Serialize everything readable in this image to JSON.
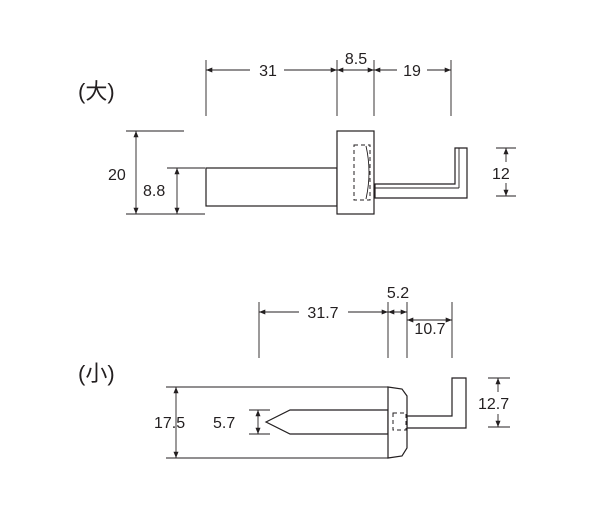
{
  "large": {
    "label": "(大)",
    "dims": {
      "d31": "31",
      "d8_5": "8.5",
      "d19": "19",
      "d20": "20",
      "d8_8": "8.8",
      "d12": "12"
    }
  },
  "small": {
    "label": "(小)",
    "dims": {
      "d31_7": "31.7",
      "d5_2": "5.2",
      "d10_7": "10.7",
      "d17_5": "17.5",
      "d5_7": "5.7",
      "d12_7": "12.7"
    }
  }
}
